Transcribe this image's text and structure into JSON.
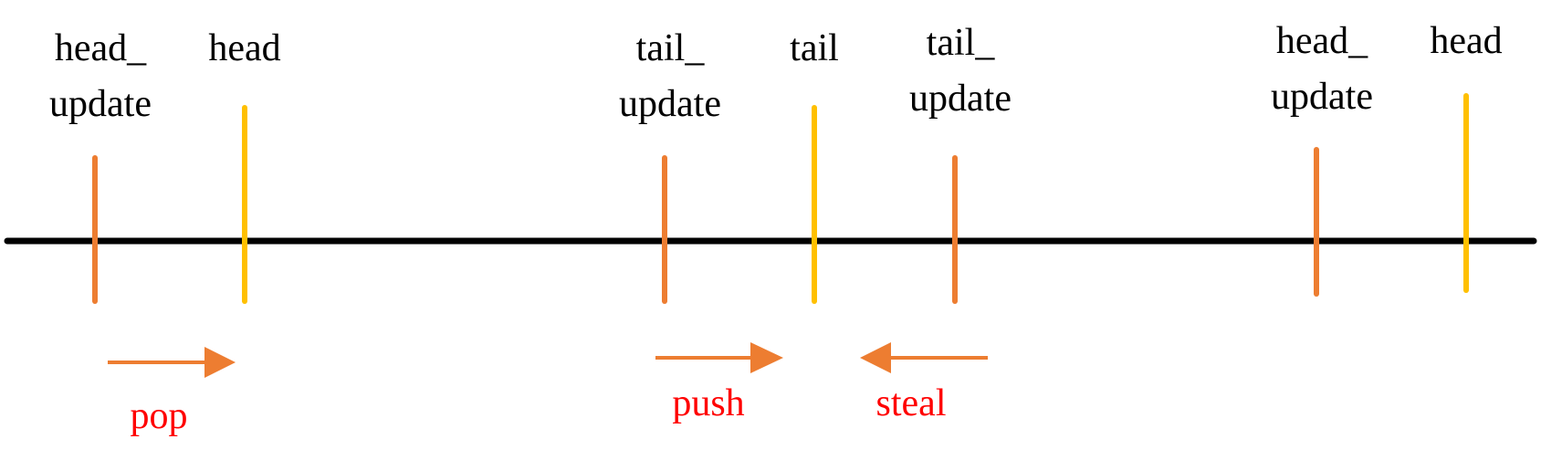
{
  "colors": {
    "axis": "#000000",
    "update_marker": "#ED7D31",
    "pointer_marker": "#FFC000",
    "arrow": "#ED7D31",
    "operation_text": "#FF0000"
  },
  "markers": [
    {
      "line1": "head_",
      "line2": "update",
      "kind": "update"
    },
    {
      "line1": "head",
      "line2": "",
      "kind": "pointer"
    },
    {
      "line1": "tail_",
      "line2": "update",
      "kind": "update"
    },
    {
      "line1": "tail",
      "line2": "",
      "kind": "pointer"
    },
    {
      "line1": "tail_",
      "line2": "update",
      "kind": "update"
    },
    {
      "line1": "head_",
      "line2": "update",
      "kind": "update"
    },
    {
      "line1": "head",
      "line2": "",
      "kind": "pointer"
    }
  ],
  "operations": [
    {
      "label": "pop",
      "direction": "right"
    },
    {
      "label": "push",
      "direction": "right"
    },
    {
      "label": "steal",
      "direction": "left"
    }
  ]
}
